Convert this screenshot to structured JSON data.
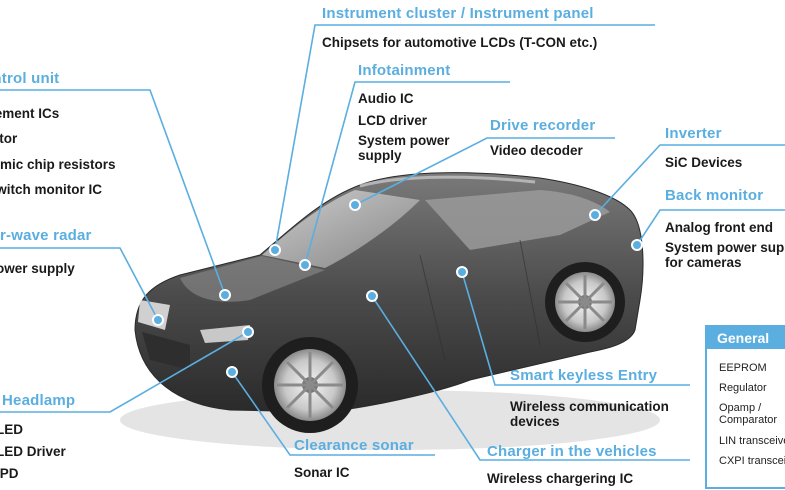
{
  "labels": {
    "instrument": {
      "title": "Instrument cluster / Instrument panel",
      "items": [
        "Chipsets for automotive LCDs (T-CON etc.)"
      ]
    },
    "infotainment": {
      "title": "Infotainment",
      "items": [
        "Audio IC",
        "LCD driver",
        "System power supply"
      ]
    },
    "drive_recorder": {
      "title": "Drive recorder",
      "items": [
        "Video decoder"
      ]
    },
    "inverter": {
      "title": "Inverter",
      "items": [
        "SiC Devices"
      ]
    },
    "back_monitor": {
      "title": "Back monitor",
      "items": [
        "Analog front end",
        "System power supply for cameras"
      ]
    },
    "control_unit": {
      "title": "Control unit",
      "items": [
        "Management ICs",
        "Transistor",
        "Low-ohmic chip resistors",
        "Input switch monitor IC"
      ]
    },
    "radar": {
      "title": "Millimeter-wave radar",
      "items": [
        "Power supply"
      ]
    },
    "headlamp": {
      "title": "Headlamp",
      "items": [
        "LED",
        "LED Driver",
        "IPD"
      ]
    },
    "clearance_sonar": {
      "title": "Clearance sonar",
      "items": [
        "Sonar IC"
      ]
    },
    "smart_keyless": {
      "title": "Smart keyless Entry",
      "items": [
        "Wireless communication devices"
      ]
    },
    "charger": {
      "title": "Charger in the vehicles",
      "items": [
        "Wireless chargering IC"
      ]
    },
    "general": {
      "title": "General",
      "items": [
        "EEPROM",
        "Regulator",
        "Opamp / Comparator",
        "LIN transceiver",
        "CXPI transceiver"
      ]
    }
  },
  "colors": {
    "accent": "#5aaee0",
    "text": "#1a1a1a",
    "car_body": "#4a4a4a"
  }
}
